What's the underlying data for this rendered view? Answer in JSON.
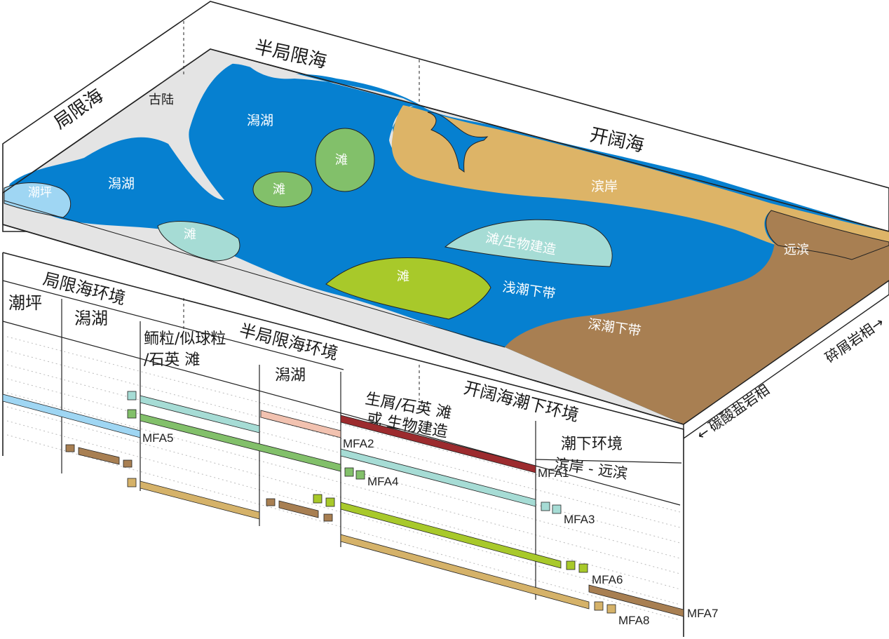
{
  "colors": {
    "sea": "#0680d0",
    "land": "#e4e4e4",
    "tidal_flat": "#9fd6f3",
    "shoal_green": "#82c06a",
    "shoal_cyan": "#a6dcd5",
    "shoal_lime": "#a8c92a",
    "beach": "#ddb467",
    "deep": "#a87f52",
    "mfa1": "#9c2b2e",
    "mfa2": "#f2c2b0",
    "mfa5": "#9fd6f3",
    "mfa8": "#d5b269"
  },
  "top_labels": {
    "restricted_sea": "局限海",
    "semi_restricted_sea": "半局限海",
    "open_sea": "开阔海"
  },
  "map_labels": {
    "old_land": "古陆",
    "lagoon_upper": "潟湖",
    "lagoon_lower": "潟湖",
    "tidal_flat": "潮坪",
    "shoal_1": "滩",
    "shoal_2": "滩",
    "shoal_3": "滩",
    "shoal_4": "滩",
    "shoal_bioherm": "滩/生物建造",
    "beach": "滨岸",
    "offshore": "远滨",
    "shallow_subtidal": "浅潮下带",
    "deep_subtidal": "深潮下带"
  },
  "side_labels": {
    "carbonate": "碳酸盐岩相",
    "clastic": "碎屑岩相",
    "left_arrow": "←",
    "right_arrow": "→"
  },
  "section": {
    "restricted_env": "局限海环境",
    "tidal_flat": "潮坪",
    "lagoon_a": "潟湖",
    "semi_env": "半局限海环境",
    "oolite_line1": "鲕粒/似球粒",
    "oolite_line2": "/石英 滩",
    "lagoon_b": "潟湖",
    "open_env": "开阔海潮下环境",
    "bio_line1": "生屑/石英 滩",
    "bio_line2": "或 生物建造",
    "subtidal_line1": "潮下环境",
    "subtidal_line2": "滨岸 - 远滨"
  },
  "mfa": {
    "mfa1": "MFA1",
    "mfa2": "MFA2",
    "mfa3": "MFA3",
    "mfa4": "MFA4",
    "mfa5": "MFA5",
    "mfa6": "MFA6",
    "mfa7": "MFA7",
    "mfa8": "MFA8"
  }
}
